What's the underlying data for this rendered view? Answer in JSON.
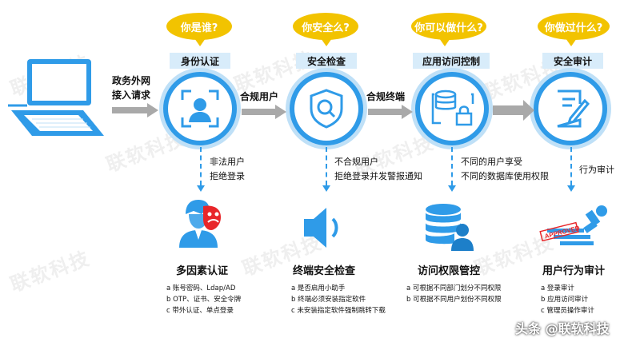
{
  "watermark": "联软科技",
  "bubbles": [
    "你是谁?",
    "你安全么?",
    "你可以做什么?",
    "你做过什么?"
  ],
  "steps": [
    "身份认证",
    "安全检查",
    "应用访问控制",
    "安全审计"
  ],
  "arrows": {
    "entry": [
      "政务外网",
      "接入请求"
    ],
    "a1": "合规用户",
    "a2": "合规终端"
  },
  "notes": {
    "n1": [
      "非法用户",
      "拒绝登录"
    ],
    "n2": [
      "不合规用户",
      "拒绝登录并发警报通知"
    ],
    "n3": [
      "不同的用户享受",
      "不同的数据库使用权限"
    ],
    "n4": "行为审计"
  },
  "features": [
    {
      "title": "多因素认证",
      "items": [
        "a  账号密码、Ldap/AD",
        "b  OTP、证书、安全令牌",
        "c  带外认证、单点登录"
      ]
    },
    {
      "title": "终端安全检查",
      "items": [
        "a  是否启用小助手",
        "b  终端必须安装指定软件",
        "c  未安装指定软件强制跳转下载"
      ]
    },
    {
      "title": "访问权限管控",
      "items": [
        "a  可根据不同部门划分不同权限",
        "b  可根据不同用户划份不同权限"
      ]
    },
    {
      "title": "用户行为审计",
      "items": [
        "a  登录审计",
        "b  应用访问审计",
        "c  管理员操作审计"
      ]
    }
  ],
  "stamp_text": "APPROVED",
  "footer": "头条 @联软科技",
  "colors": {
    "accent": "#2f9be8",
    "bubble": "#f2c300",
    "label_bg": "#d8ecfa",
    "arrow": "#a9a9a9"
  }
}
